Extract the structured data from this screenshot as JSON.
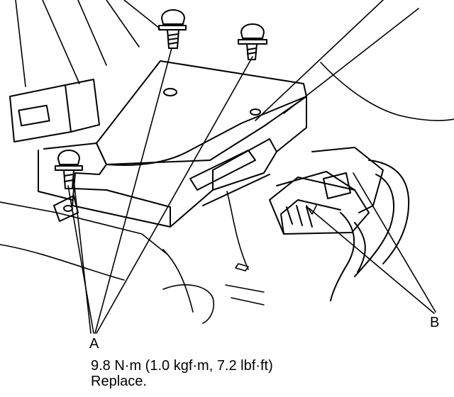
{
  "callouts": {
    "a": "A",
    "b": "B"
  },
  "notes": {
    "torque": "9.8 N·m (1.0 kgf·m, 7.2 lbf·ft)",
    "action": "Replace."
  },
  "colors": {
    "line": "#000000",
    "background": "#ffffff"
  }
}
